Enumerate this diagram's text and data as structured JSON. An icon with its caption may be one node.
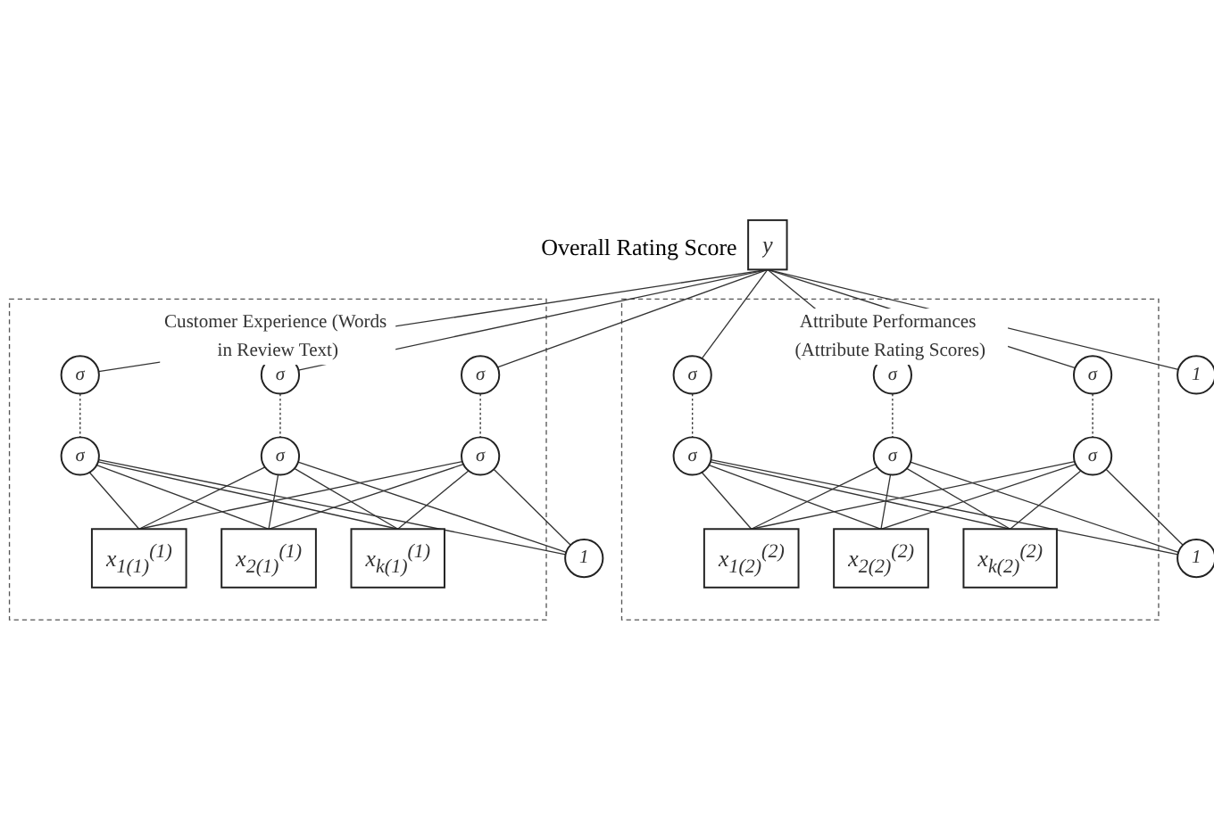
{
  "diagram": {
    "nodes": [
      {
        "text": [
          "y"
        ],
        "beside": [
          "Overall Rating Score"
        ]
      },
      {
        "text": [
          "Customer Experience (Words in Review Text)"
        ]
      },
      {
        "text": [
          "σ"
        ],
        "in": 1
      },
      {
        "text": [
          "σ"
        ],
        "in": 1
      },
      {
        "text": [
          "σ"
        ],
        "in": 1
      },
      {
        "text": [
          "σ"
        ],
        "in": 1
      },
      {
        "text": [
          "σ"
        ],
        "in": 1
      },
      {
        "text": [
          "σ"
        ],
        "in": 1
      },
      {
        "text": [
          "x$_{1(1)}$$^{(1)}$"
        ],
        "in": 1
      },
      {
        "text": [
          "x$_{2(1)}$$^{(1)}$"
        ],
        "in": 1
      },
      {
        "text": [
          "x$_{k(1)}$$^{(1)}$"
        ],
        "in": 1
      },
      {
        "text": [
          "1"
        ]
      },
      {
        "text": [
          "Attribute Performances (Attribute Rating Scores)"
        ]
      },
      {
        "text": [
          "σ"
        ],
        "in": 12
      },
      {
        "text": [
          "σ"
        ],
        "in": 12
      },
      {
        "text": [
          "σ"
        ],
        "in": 12
      },
      {
        "text": [
          "σ"
        ],
        "in": 12
      },
      {
        "text": [
          "σ"
        ],
        "in": 12
      },
      {
        "text": [
          "σ"
        ],
        "in": 12
      },
      {
        "text": [
          "x$_{1(2)}$$^{(2)}$"
        ],
        "in": 12
      },
      {
        "text": [
          "x$_{2(2)}$$^{(2)}$"
        ],
        "in": 12
      },
      {
        "text": [
          "x$_{k(2)}$$^{(2)}$"
        ],
        "in": 12
      },
      {
        "text": [
          "1"
        ]
      },
      {
        "text": [
          "1"
        ]
      }
    ],
    "edges": [
      {
        "from": 0,
        "to": 2,
        "arrow": "none"
      },
      {
        "from": 0,
        "to": 3,
        "arrow": "none"
      },
      {
        "from": 0,
        "to": 4,
        "arrow": "none"
      },
      {
        "from": 0,
        "to": 13,
        "arrow": "none"
      },
      {
        "from": 0,
        "to": 14,
        "arrow": "none"
      },
      {
        "from": 0,
        "to": 15,
        "arrow": "none"
      },
      {
        "from": 0,
        "to": 23,
        "arrow": "none"
      },
      {
        "from": 2,
        "to": 5,
        "arrow": "none",
        "style": "dashed"
      },
      {
        "from": 3,
        "to": 6,
        "arrow": "none",
        "style": "dashed"
      },
      {
        "from": 4,
        "to": 7,
        "arrow": "none",
        "style": "dashed"
      },
      {
        "from": 13,
        "to": 16,
        "arrow": "none",
        "style": "dashed"
      },
      {
        "from": 14,
        "to": 17,
        "arrow": "none",
        "style": "dashed"
      },
      {
        "from": 15,
        "to": 18,
        "arrow": "none",
        "style": "dashed"
      },
      {
        "from": 5,
        "to": 8,
        "arrow": "none"
      },
      {
        "from": 5,
        "to": 9,
        "arrow": "none"
      },
      {
        "from": 5,
        "to": 10,
        "arrow": "none"
      },
      {
        "from": 5,
        "to": 11,
        "arrow": "none"
      },
      {
        "from": 6,
        "to": 8,
        "arrow": "none"
      },
      {
        "from": 6,
        "to": 9,
        "arrow": "none"
      },
      {
        "from": 6,
        "to": 10,
        "arrow": "none"
      },
      {
        "from": 6,
        "to": 11,
        "arrow": "none"
      },
      {
        "from": 7,
        "to": 8,
        "arrow": "none"
      },
      {
        "from": 7,
        "to": 9,
        "arrow": "none"
      },
      {
        "from": 7,
        "to": 10,
        "arrow": "none"
      },
      {
        "from": 7,
        "to": 11,
        "arrow": "none"
      },
      {
        "from": 16,
        "to": 19,
        "arrow": "none"
      },
      {
        "from": 16,
        "to": 20,
        "arrow": "none"
      },
      {
        "from": 16,
        "to": 21,
        "arrow": "none"
      },
      {
        "from": 16,
        "to": 22,
        "arrow": "none"
      },
      {
        "from": 17,
        "to": 19,
        "arrow": "none"
      },
      {
        "from": 17,
        "to": 20,
        "arrow": "none"
      },
      {
        "from": 17,
        "to": 21,
        "arrow": "none"
      },
      {
        "from": 17,
        "to": 22,
        "arrow": "none"
      },
      {
        "from": 18,
        "to": 19,
        "arrow": "none"
      },
      {
        "from": 18,
        "to": 20,
        "arrow": "none"
      },
      {
        "from": 18,
        "to": 21,
        "arrow": "none"
      },
      {
        "from": 18,
        "to": 22,
        "arrow": "none"
      }
    ]
  }
}
